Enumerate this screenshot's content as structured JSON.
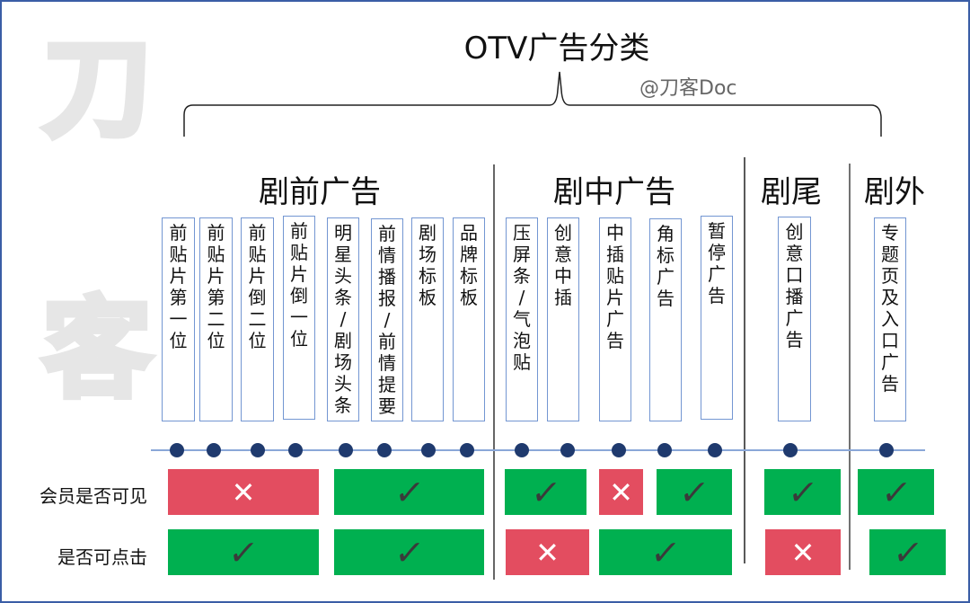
{
  "title": "OTV广告分类",
  "credit": "@刀客Doc",
  "watermark": [
    "刀",
    "客"
  ],
  "categories": [
    {
      "label": "剧前广告"
    },
    {
      "label": "剧中广告"
    },
    {
      "label": "剧尾"
    },
    {
      "label": "剧外"
    }
  ],
  "ad_types": [
    {
      "category": "剧前广告",
      "label": "前贴片第一位"
    },
    {
      "category": "剧前广告",
      "label": "前贴片第二位"
    },
    {
      "category": "剧前广告",
      "label": "前贴片倒二位"
    },
    {
      "category": "剧前广告",
      "label": "前贴片倒一位"
    },
    {
      "category": "剧前广告",
      "label": "明星头条/剧场头条"
    },
    {
      "category": "剧前广告",
      "label": "前情播报/前情提要"
    },
    {
      "category": "剧前广告",
      "label": "剧场标板"
    },
    {
      "category": "剧前广告",
      "label": "品牌标板"
    },
    {
      "category": "剧中广告",
      "label": "压屏条/气泡贴"
    },
    {
      "category": "剧中广告",
      "label": "创意中插"
    },
    {
      "category": "剧中广告",
      "label": "中插贴片广告"
    },
    {
      "category": "剧中广告",
      "label": "角标广告"
    },
    {
      "category": "剧中广告",
      "label": "暂停广告"
    },
    {
      "category": "剧尾",
      "label": "创意口播广告"
    },
    {
      "category": "剧外",
      "label": "专题页及入口广告"
    }
  ],
  "rows": [
    {
      "label": "会员是否可见",
      "cells": [
        {
          "covers": "前贴片第一位–前贴片倒一位",
          "value": false
        },
        {
          "covers": "明星头条–品牌标板",
          "value": true
        },
        {
          "covers": "压屏条/气泡贴–创意中插",
          "value": true
        },
        {
          "covers": "中插贴片广告",
          "value": false
        },
        {
          "covers": "角标广告–暂停广告",
          "value": true
        },
        {
          "covers": "创意口播广告",
          "value": true
        },
        {
          "covers": "专题页及入口广告",
          "value": true
        }
      ]
    },
    {
      "label": "是否可点击",
      "cells": [
        {
          "covers": "前贴片第一位–前贴片倒一位",
          "value": true
        },
        {
          "covers": "明星头条–品牌标板",
          "value": true
        },
        {
          "covers": "压屏条/气泡贴–创意中插",
          "value": false
        },
        {
          "covers": "中插贴片广告–暂停广告",
          "value": true
        },
        {
          "covers": "创意口播广告",
          "value": false
        },
        {
          "covers": "专题页及入口广告",
          "value": true
        }
      ]
    }
  ],
  "symbols": {
    "yes": "✓",
    "no": "✕"
  },
  "colors": {
    "yes": "#00b050",
    "no": "#e34d60",
    "timeline_dot": "#1f3a6e",
    "timeline_line": "#8aa7d8",
    "box_border": "#7396d2"
  }
}
